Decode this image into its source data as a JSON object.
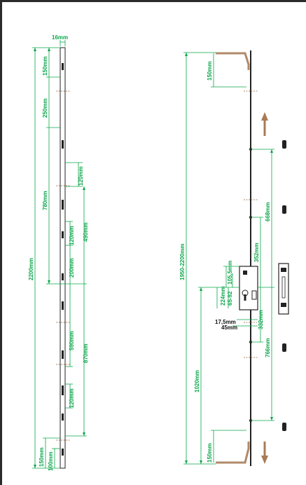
{
  "left_drawing": {
    "top_width": "16mm",
    "total_height": "2200mm",
    "segments": [
      "150mm",
      "250mm",
      "780mm",
      "120mm",
      "490mm",
      "120mm",
      "200mm",
      "590mm",
      "870mm",
      "120mm",
      "150mm",
      "100mm"
    ]
  },
  "right_drawing": {
    "adjustable_height": "1950-2200mm",
    "top_hook": "150mm",
    "bottom_hook": "150mm",
    "lower_section": "1020mm",
    "upper_spacing": "668mm",
    "mid_spacing": "352mm",
    "lower_spacing": "766mm",
    "lock_dims": [
      "105,5mm",
      "65-92",
      "224mm",
      "17,5mm",
      "45mm",
      "332mm"
    ]
  },
  "colors": {
    "dimension": "#0aa64a",
    "bar": "#222222",
    "hook": "#b08a6a",
    "arrow": "#a87a55"
  }
}
